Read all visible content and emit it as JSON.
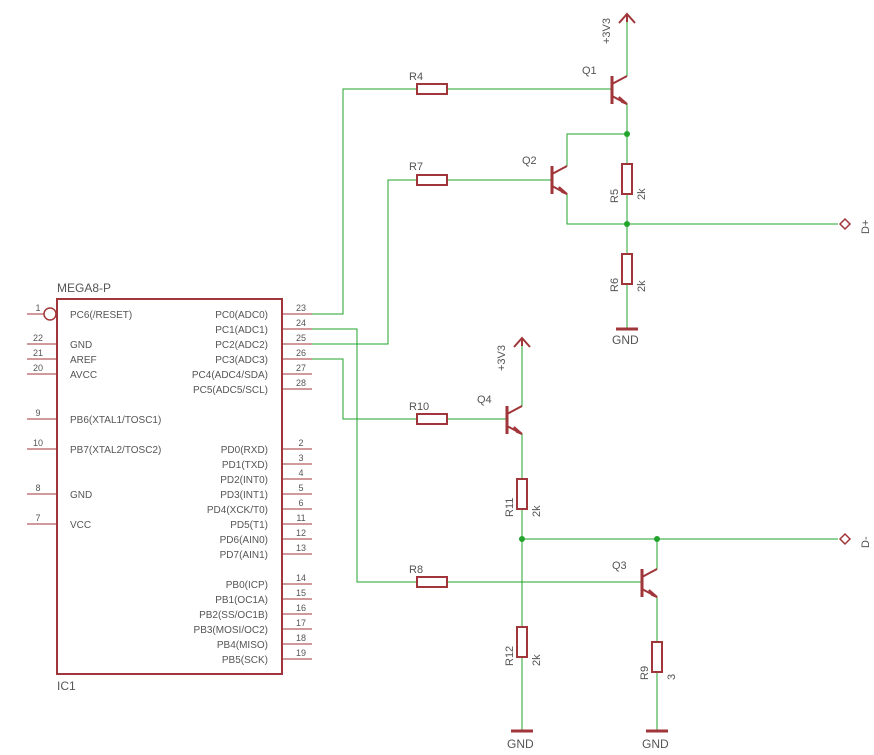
{
  "colors": {
    "wire": "#22a32c",
    "symbol": "#a0363a",
    "text": "#555555",
    "background": "#ffffff"
  },
  "ic": {
    "name": "IC1",
    "part": "MEGA8-P",
    "left_pins": [
      {
        "num": "1",
        "name": "PC6(/RESET)"
      },
      {
        "num": "22",
        "name": "GND"
      },
      {
        "num": "21",
        "name": "AREF"
      },
      {
        "num": "20",
        "name": "AVCC"
      },
      {
        "num": "9",
        "name": "PB6(XTAL1/TOSC1)"
      },
      {
        "num": "10",
        "name": "PB7(XTAL2/TOSC2)"
      },
      {
        "num": "8",
        "name": "GND"
      },
      {
        "num": "7",
        "name": "VCC"
      }
    ],
    "right_pins": [
      {
        "num": "23",
        "name": "PC0(ADC0)"
      },
      {
        "num": "24",
        "name": "PC1(ADC1)"
      },
      {
        "num": "25",
        "name": "PC2(ADC2)"
      },
      {
        "num": "26",
        "name": "PC3(ADC3)"
      },
      {
        "num": "27",
        "name": "PC4(ADC4/SDA)"
      },
      {
        "num": "28",
        "name": "PC5(ADC5/SCL)"
      },
      {
        "num": "2",
        "name": "PD0(RXD)"
      },
      {
        "num": "3",
        "name": "PD1(TXD)"
      },
      {
        "num": "4",
        "name": "PD2(INT0)"
      },
      {
        "num": "5",
        "name": "PD3(INT1)"
      },
      {
        "num": "6",
        "name": "PD4(XCK/T0)"
      },
      {
        "num": "11",
        "name": "PD5(T1)"
      },
      {
        "num": "12",
        "name": "PD6(AIN0)"
      },
      {
        "num": "13",
        "name": "PD7(AIN1)"
      },
      {
        "num": "14",
        "name": "PB0(ICP)"
      },
      {
        "num": "15",
        "name": "PB1(OC1A)"
      },
      {
        "num": "16",
        "name": "PB2(SS/OC1B)"
      },
      {
        "num": "17",
        "name": "PB3(MOSI/OC2)"
      },
      {
        "num": "18",
        "name": "PB4(MISO)"
      },
      {
        "num": "19",
        "name": "PB5(SCK)"
      }
    ]
  },
  "resistors": {
    "r4": {
      "name": "R4",
      "value": ""
    },
    "r7": {
      "name": "R7",
      "value": ""
    },
    "r10": {
      "name": "R10",
      "value": ""
    },
    "r8": {
      "name": "R8",
      "value": ""
    },
    "r5": {
      "name": "R5",
      "value": "2k"
    },
    "r6": {
      "name": "R6",
      "value": "2k"
    },
    "r11": {
      "name": "R11",
      "value": "2k"
    },
    "r12": {
      "name": "R12",
      "value": "2k"
    },
    "r9": {
      "name": "R9",
      "value": "3"
    }
  },
  "transistors": {
    "q1": "Q1",
    "q2": "Q2",
    "q3": "Q3",
    "q4": "Q4"
  },
  "supplies": {
    "vcc1": "+3V3",
    "vcc2": "+3V3",
    "gnd1": "GND",
    "gnd2": "GND",
    "gnd3": "GND"
  },
  "connectors": {
    "dplus": "D+",
    "dminus": "D-"
  }
}
